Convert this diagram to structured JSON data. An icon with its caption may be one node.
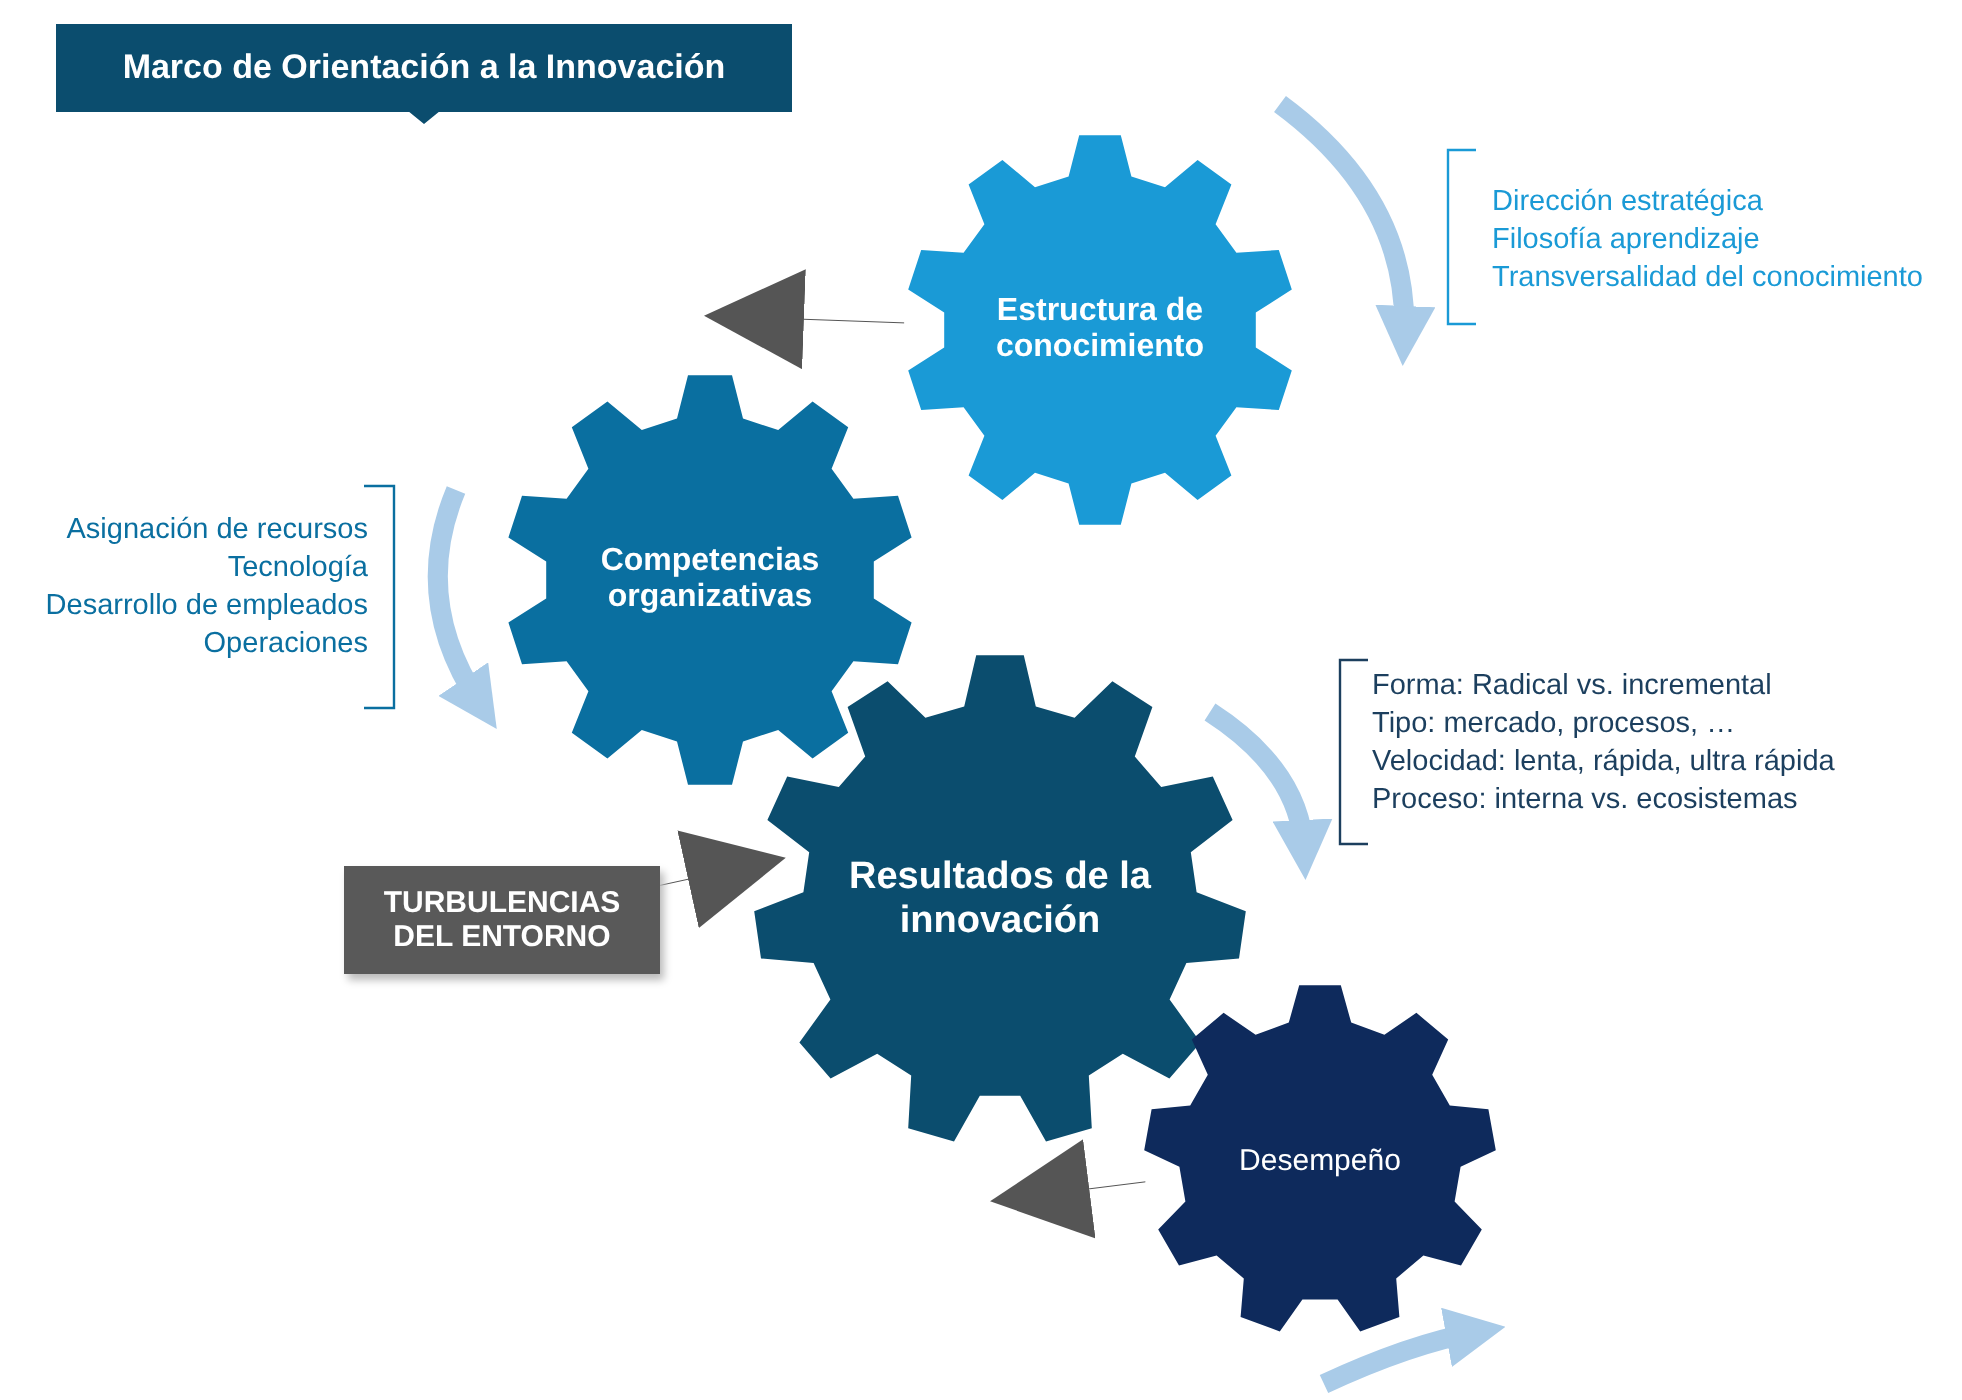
{
  "diagram": {
    "title": "Marco de Orientación a la Innovación",
    "nodes": [
      {
        "text": [
          "Estructura de conocimiento"
        ],
        "beside": [
          "Dirección estratégica",
          "Filosofía aprendizaje",
          "Transversalidad del conocimiento"
        ]
      },
      {
        "text": [
          "Competencias organizativas"
        ],
        "beside": [
          "Asignación de recursos",
          "Tecnología",
          "Desarrollo de empleados",
          "Operaciones"
        ]
      },
      {
        "text": [
          "Resultados de la innovación"
        ],
        "beside": [
          "Forma: Radical vs. incremental",
          "Tipo: mercado, procesos, …",
          "Velocidad: lenta, rápida, ultra rápida",
          "Proceso: interna vs. ecosistemas"
        ]
      },
      {
        "text": [
          "TURBULENCIAS DEL ENTORNO"
        ]
      },
      {
        "text": [
          "Desempeño"
        ]
      }
    ],
    "edges": [
      {
        "from": 3,
        "to": 2,
        "arrow": "to"
      },
      {
        "from": 0,
        "to": 1,
        "arrow": "to"
      },
      {
        "from": 4,
        "to": 2,
        "arrow": "to"
      }
    ]
  }
}
